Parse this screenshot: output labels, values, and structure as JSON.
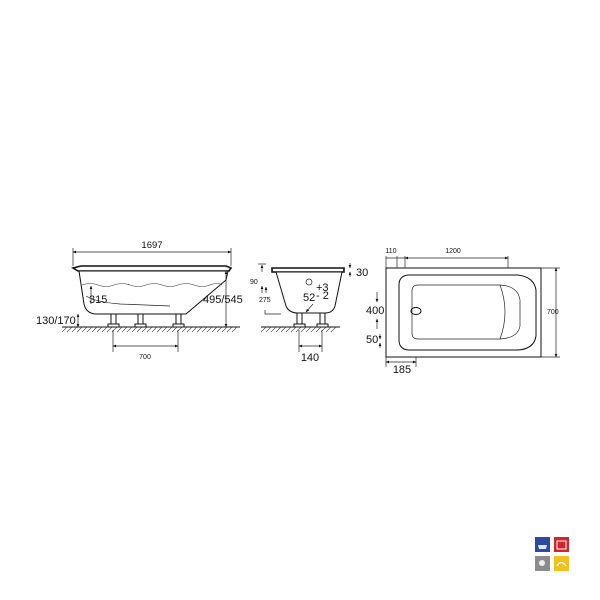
{
  "side_view": {
    "length": "1697",
    "water_depth": "315",
    "foot_height": "130/170",
    "rim_height": "495/545",
    "foot_spacing": "700"
  },
  "end_view": {
    "top_offset": "90",
    "rim_thickness": "30",
    "drain_height": "275",
    "slope": "52",
    "tol_plus": "+3",
    "tol_minus": "- 2",
    "foot_spacing": "140"
  },
  "plan_view": {
    "edge_offset": "110",
    "inner_length": "1200",
    "width": "700",
    "inner_width": "400",
    "side_offset": "50",
    "drain_offset": "185"
  },
  "badges": {
    "colors": [
      "#2b4aa0",
      "#d0262b",
      "#8c8c8c",
      "#f2c21c"
    ]
  }
}
